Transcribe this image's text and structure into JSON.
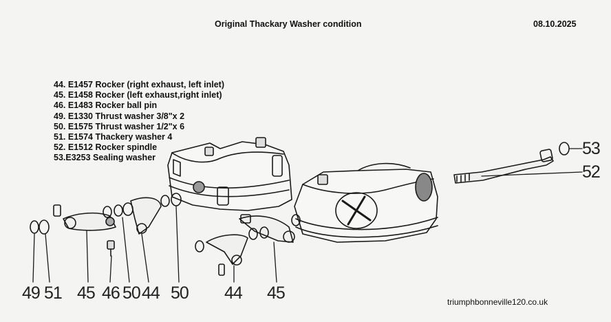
{
  "header": {
    "title": "Original  Thackary Washer condition",
    "date": "08.10.2025"
  },
  "parts_list": [
    "44. E1457 Rocker (right exhaust, left inlet)",
    "45. E1458 Rocker (left exhaust,right inlet)",
    "46. E1483 Rocker ball pin",
    "49. E1330 Thrust washer 3/8\"x 2",
    "50. E1575 Thrust washer 1/2\"x 6",
    "51. E1574 Thackery washer 4",
    "52. E1512 Rocker spindle",
    "53.E3253 Sealing washer"
  ],
  "callouts": {
    "c49": "49",
    "c51": "51",
    "c45a": "45",
    "c46": "46",
    "c50a": "50",
    "c44a": "44",
    "c50b": "50",
    "c44b": "44",
    "c45b": "45",
    "c53": "53",
    "c52": "52"
  },
  "footer": {
    "website": "triumphbonneville120.co.uk"
  }
}
